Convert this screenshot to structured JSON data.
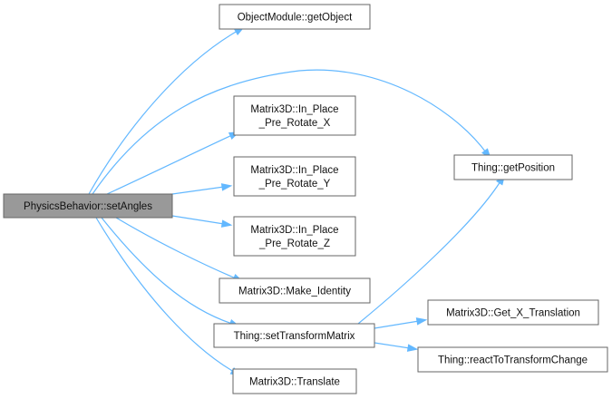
{
  "colors": {
    "root_fill": "#999999",
    "node_fill": "#ffffff",
    "node_border": "#666666",
    "edge": "#63b8ff",
    "text": "#111111"
  },
  "nodes": [
    {
      "id": "root",
      "lines": [
        "PhysicsBehavior::setAngles"
      ],
      "root": true
    },
    {
      "id": "getObject",
      "lines": [
        "ObjectModule::getObject"
      ]
    },
    {
      "id": "getPosition",
      "lines": [
        "Thing::getPosition"
      ]
    },
    {
      "id": "rotX",
      "lines": [
        "Matrix3D::In_Place",
        "_Pre_Rotate_X"
      ]
    },
    {
      "id": "rotY",
      "lines": [
        "Matrix3D::In_Place",
        "_Pre_Rotate_Y"
      ]
    },
    {
      "id": "rotZ",
      "lines": [
        "Matrix3D::In_Place",
        "_Pre_Rotate_Z"
      ]
    },
    {
      "id": "identity",
      "lines": [
        "Matrix3D::Make_Identity"
      ]
    },
    {
      "id": "setTM",
      "lines": [
        "Thing::setTransformMatrix"
      ]
    },
    {
      "id": "getX",
      "lines": [
        "Matrix3D::Get_X_Translation"
      ]
    },
    {
      "id": "react",
      "lines": [
        "Thing::reactToTransformChange"
      ]
    },
    {
      "id": "translate",
      "lines": [
        "Matrix3D::Translate"
      ]
    }
  ],
  "edges": [
    {
      "from": "root",
      "to": "getObject"
    },
    {
      "from": "root",
      "to": "getPosition"
    },
    {
      "from": "root",
      "to": "rotX"
    },
    {
      "from": "root",
      "to": "rotY"
    },
    {
      "from": "root",
      "to": "rotZ"
    },
    {
      "from": "root",
      "to": "identity"
    },
    {
      "from": "root",
      "to": "setTM"
    },
    {
      "from": "root",
      "to": "translate"
    },
    {
      "from": "setTM",
      "to": "getPosition"
    },
    {
      "from": "setTM",
      "to": "getX"
    },
    {
      "from": "setTM",
      "to": "react"
    }
  ]
}
